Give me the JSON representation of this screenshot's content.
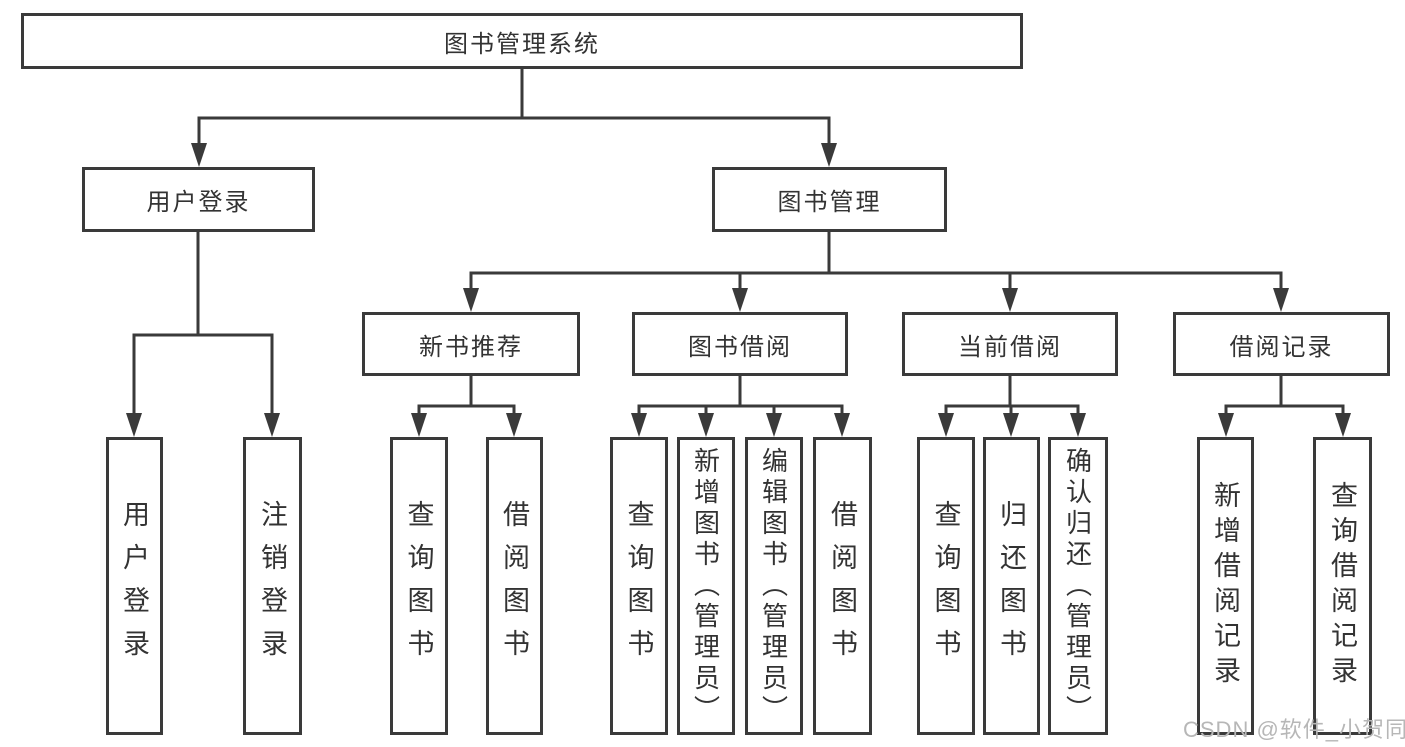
{
  "tree": {
    "label": "图书管理系统",
    "children": [
      {
        "label": "用户登录",
        "children": [
          {
            "label": "用户登录"
          },
          {
            "label": "注销登录"
          }
        ]
      },
      {
        "label": "图书管理",
        "children": [
          {
            "label": "新书推荐",
            "children": [
              {
                "label": "查询图书"
              },
              {
                "label": "借阅图书"
              }
            ]
          },
          {
            "label": "图书借阅",
            "children": [
              {
                "label": "查询图书"
              },
              {
                "label": "新增图书（管理员）"
              },
              {
                "label": "编辑图书（管理员）"
              },
              {
                "label": "借阅图书"
              }
            ]
          },
          {
            "label": "当前借阅",
            "children": [
              {
                "label": "查询图书"
              },
              {
                "label": "归还图书"
              },
              {
                "label": "确认归还（管理员）"
              }
            ]
          },
          {
            "label": "借阅记录",
            "children": [
              {
                "label": "新增借阅记录"
              },
              {
                "label": "查询借阅记录"
              }
            ]
          }
        ]
      }
    ]
  },
  "watermark": {
    "text": "CSDN @软件_小贺同学"
  },
  "colors": {
    "line": "#3a3a3a",
    "box_border": "#3a3a3a",
    "text": "#333333",
    "watermark": "#b7b7b7",
    "background": "#ffffff"
  }
}
